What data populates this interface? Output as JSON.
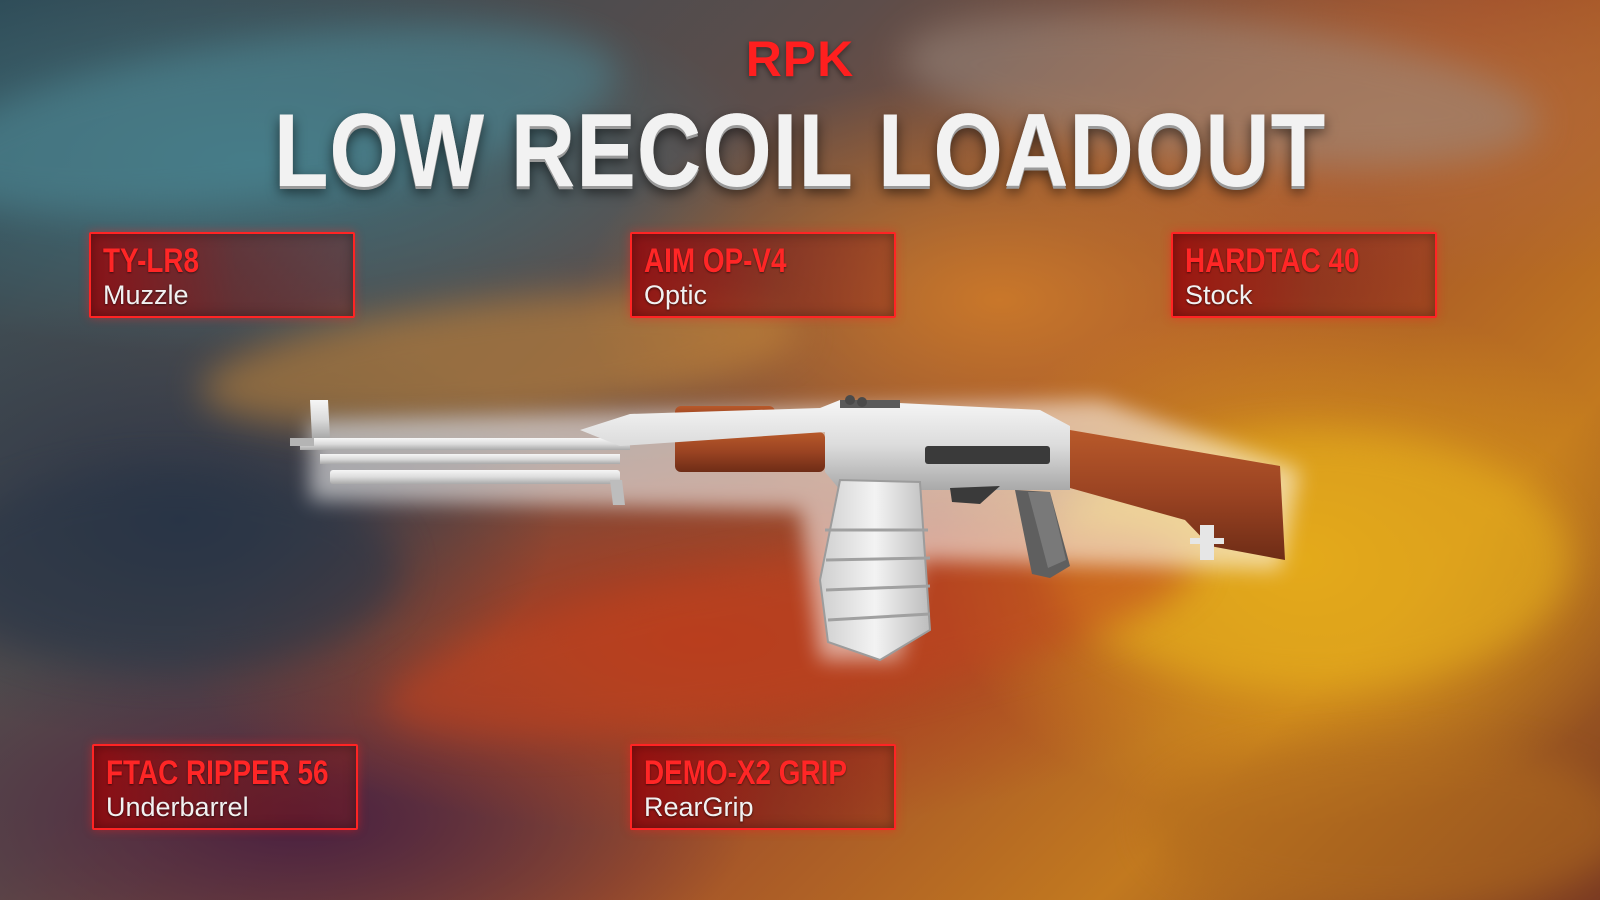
{
  "header": {
    "weapon_name": "RPK",
    "title": "LOW RECOIL LOADOUT"
  },
  "attachments": [
    {
      "name": "TY-LR8",
      "slot": "Muzzle"
    },
    {
      "name": "AIM OP-V4",
      "slot": "Optic"
    },
    {
      "name": "HARDTAC 40",
      "slot": "Stock"
    },
    {
      "name": "FTAC RIPPER 56",
      "slot": "Underbarrel"
    },
    {
      "name": "DEMO-X2 GRIP",
      "slot": "RearGrip"
    }
  ],
  "colors": {
    "accent": "#ff2626",
    "card_border": "#ff2424",
    "title_text": "#f2f2f2",
    "label_text": "#f1f1f1"
  },
  "image": {
    "subject": "weapon-illustration"
  }
}
